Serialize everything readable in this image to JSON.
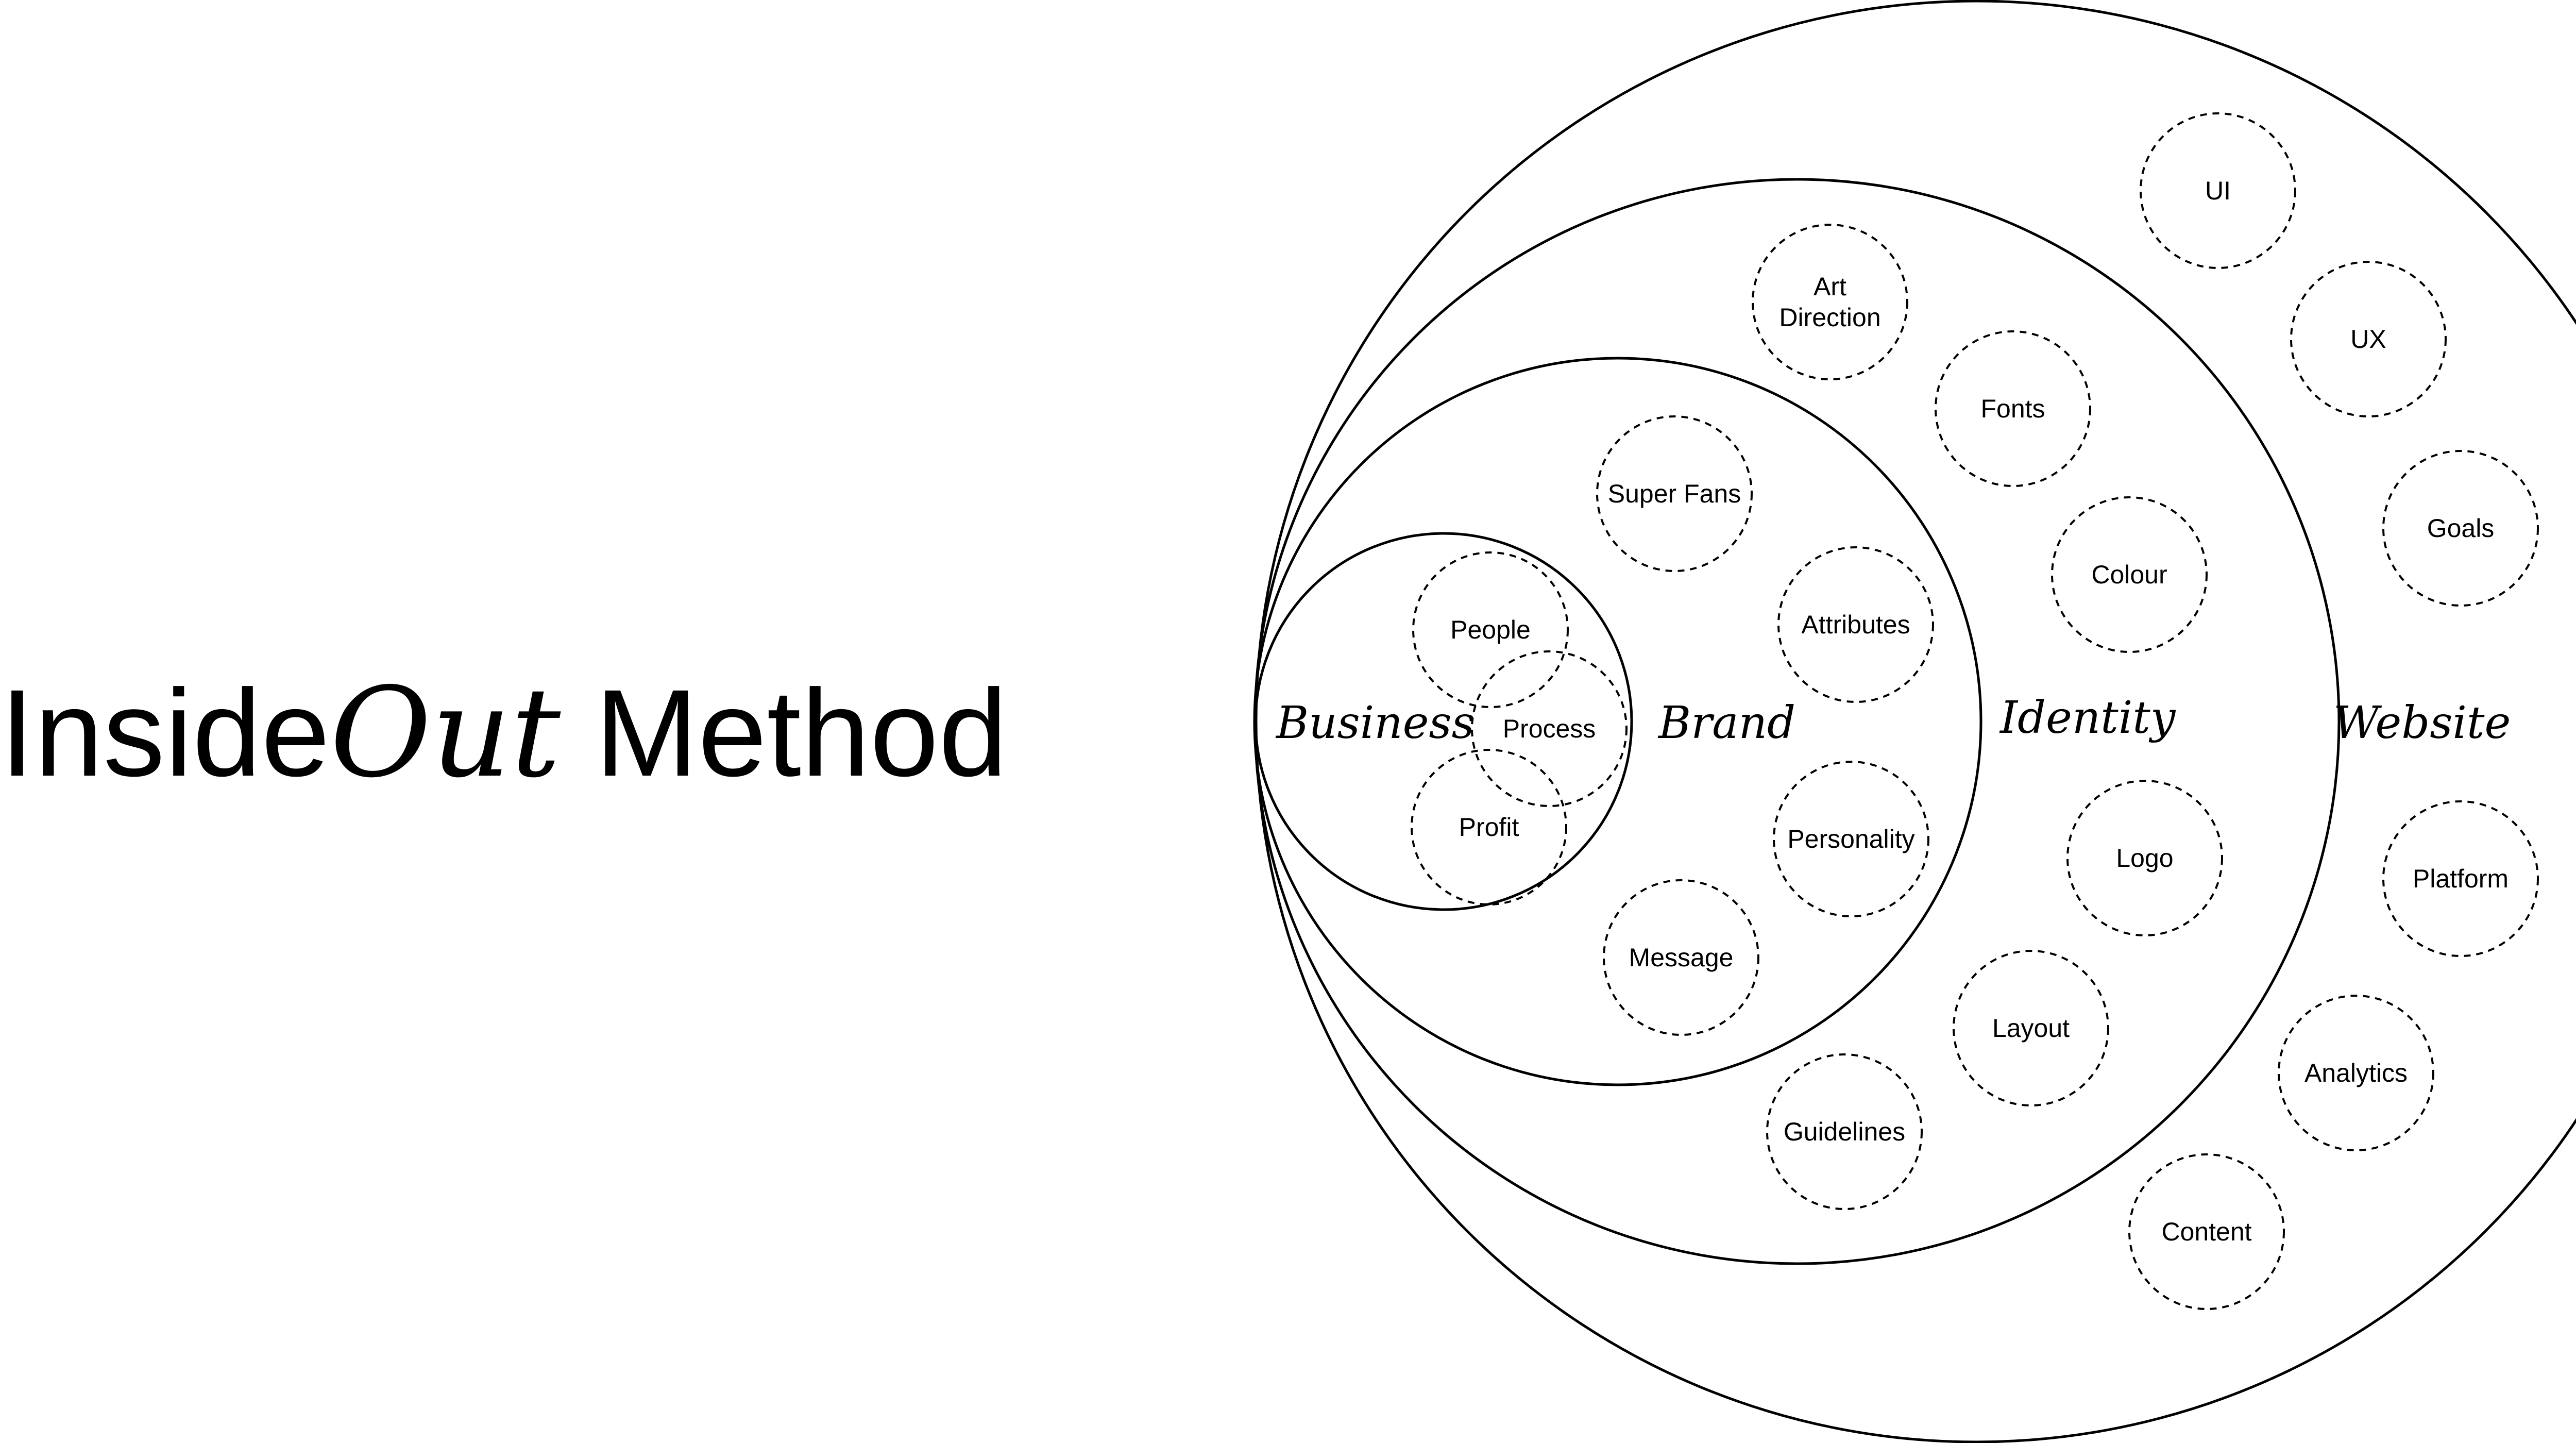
{
  "title": {
    "part1": "Inside",
    "part2": "Out",
    "part3": " Method"
  },
  "layers": [
    {
      "id": "business",
      "label": "Business"
    },
    {
      "id": "brand",
      "label": "Brand"
    },
    {
      "id": "identity",
      "label": "Identity"
    },
    {
      "id": "website",
      "label": "Website"
    }
  ],
  "nodes": [
    {
      "id": "people",
      "layer": "business",
      "lines": [
        "People"
      ]
    },
    {
      "id": "process",
      "layer": "business",
      "lines": [
        "Process"
      ]
    },
    {
      "id": "profit",
      "layer": "business",
      "lines": [
        "Profit"
      ]
    },
    {
      "id": "super-fans",
      "layer": "brand",
      "lines": [
        "Super Fans"
      ]
    },
    {
      "id": "attributes",
      "layer": "brand",
      "lines": [
        "Attributes"
      ]
    },
    {
      "id": "personality",
      "layer": "brand",
      "lines": [
        "Personality"
      ]
    },
    {
      "id": "message",
      "layer": "brand",
      "lines": [
        "Message"
      ]
    },
    {
      "id": "art-direction",
      "layer": "identity",
      "lines": [
        "Art",
        "Direction"
      ]
    },
    {
      "id": "fonts",
      "layer": "identity",
      "lines": [
        "Fonts"
      ]
    },
    {
      "id": "colour",
      "layer": "identity",
      "lines": [
        "Colour"
      ]
    },
    {
      "id": "logo",
      "layer": "identity",
      "lines": [
        "Logo"
      ]
    },
    {
      "id": "layout",
      "layer": "identity",
      "lines": [
        "Layout"
      ]
    },
    {
      "id": "guidelines",
      "layer": "identity",
      "lines": [
        "Guidelines"
      ]
    },
    {
      "id": "ui",
      "layer": "website",
      "lines": [
        "UI"
      ]
    },
    {
      "id": "ux",
      "layer": "website",
      "lines": [
        "UX"
      ]
    },
    {
      "id": "goals",
      "layer": "website",
      "lines": [
        "Goals"
      ]
    },
    {
      "id": "platform",
      "layer": "website",
      "lines": [
        "Platform"
      ]
    },
    {
      "id": "analytics",
      "layer": "website",
      "lines": [
        "Analytics"
      ]
    },
    {
      "id": "content",
      "layer": "website",
      "lines": [
        "Content"
      ]
    }
  ]
}
